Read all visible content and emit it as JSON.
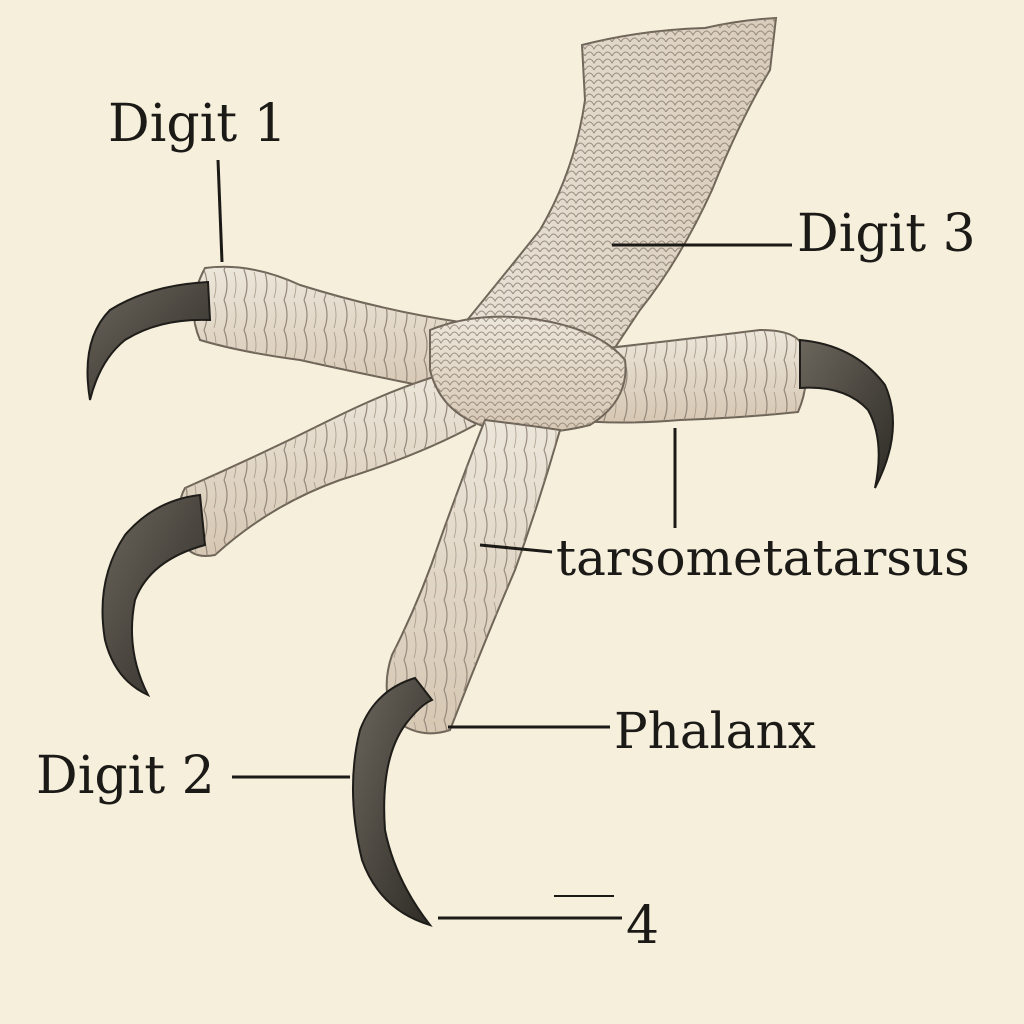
{
  "diagram": {
    "labels": {
      "digit1": "Digit 1",
      "digit3": "Digit 3",
      "tarsometatarsus": "tarsometatarsus",
      "phalanx": "Phalanx",
      "digit2": "Digit 2",
      "four": "4"
    },
    "colors": {
      "background": "#f6efdc",
      "skin": "#e4ddd0",
      "skin_shadow": "#c9b9a4",
      "scale_line": "#8b7e70",
      "talon": "#4a463e",
      "leader_line": "#1b1a17"
    }
  }
}
